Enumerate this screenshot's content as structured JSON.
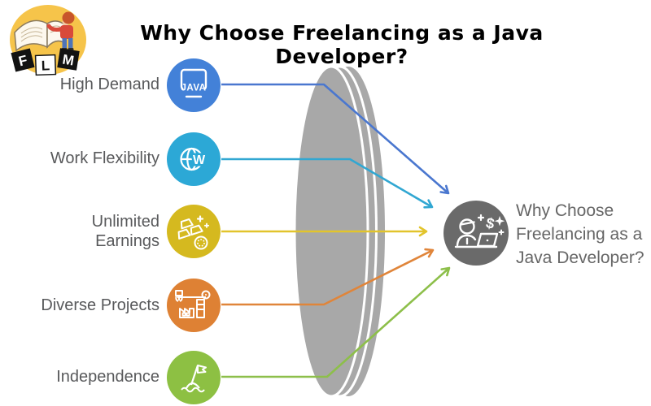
{
  "logo": {
    "tiles": [
      "F",
      "L",
      "M"
    ]
  },
  "title": "Why Choose Freelancing as a Java Developer?",
  "items": [
    {
      "label": "High Demand",
      "icon": "java-laptop-icon",
      "icon_text": "JAVA",
      "color": "#4381d8",
      "arrow_color": "#4a77cf"
    },
    {
      "label": "Work Flexibility",
      "icon": "globe-won-icon",
      "icon_text": "W",
      "color": "#2ca8d6",
      "arrow_color": "#31a7d2"
    },
    {
      "label": "Unlimited\nEarnings",
      "icon": "gold-bars-coin-icon",
      "color": "#d5b91f",
      "arrow_color": "#e2c42c"
    },
    {
      "label": "Diverse Projects",
      "icon": "factory-crane-icon",
      "color": "#de8134",
      "arrow_color": "#e0853a"
    },
    {
      "label": "Independence",
      "icon": "flag-island-icon",
      "color": "#8dc043",
      "arrow_color": "#8dbf4a"
    }
  ],
  "result": {
    "label": "Why Choose\nFreelancing as a\nJava Developer?",
    "icon": "freelancer-earning-icon",
    "icon_text": "$",
    "circle_color": "#6a6a6a"
  },
  "colors": {
    "lens": "#a8a8a8",
    "item_label_text": "#58595b",
    "result_label_text": "#666666",
    "title_text": "#000000",
    "icon_glyph": "#ffffff"
  }
}
